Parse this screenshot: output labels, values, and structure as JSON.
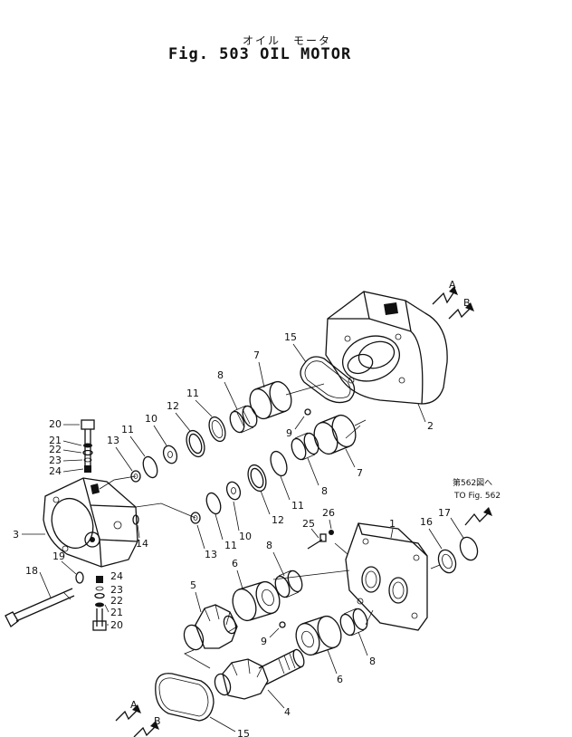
{
  "header": {
    "title_jp": "オイル　モータ",
    "title": "Fig. 503 OIL MOTOR"
  },
  "arrows": {
    "a": "A",
    "b": "B"
  },
  "reference": {
    "line1": "第562図へ",
    "line2": "TO Fig. 562"
  },
  "part_labels": {
    "p1": "1",
    "p2": "2",
    "p3": "3",
    "p4": "4",
    "p5": "5",
    "p6a": "6",
    "p6b": "6",
    "p7a": "7",
    "p7b": "7",
    "p8a": "8",
    "p8b": "8",
    "p8c": "8",
    "p8d": "8",
    "p9a": "9",
    "p9b": "9",
    "p10a": "10",
    "p10b": "10",
    "p11a": "11",
    "p11b": "11",
    "p11c": "11",
    "p11d": "11",
    "p12a": "12",
    "p12b": "12",
    "p13a": "13",
    "p13b": "13",
    "p14": "14",
    "p15a": "15",
    "p15b": "15",
    "p16": "16",
    "p17": "17",
    "p18": "18",
    "p19": "19",
    "p20a": "20",
    "p20b": "20",
    "p21a": "21",
    "p21b": "21",
    "p22a": "22",
    "p22b": "22",
    "p23a": "23",
    "p23b": "23",
    "p24a": "24",
    "p24b": "24",
    "p25": "25",
    "p26": "26"
  }
}
